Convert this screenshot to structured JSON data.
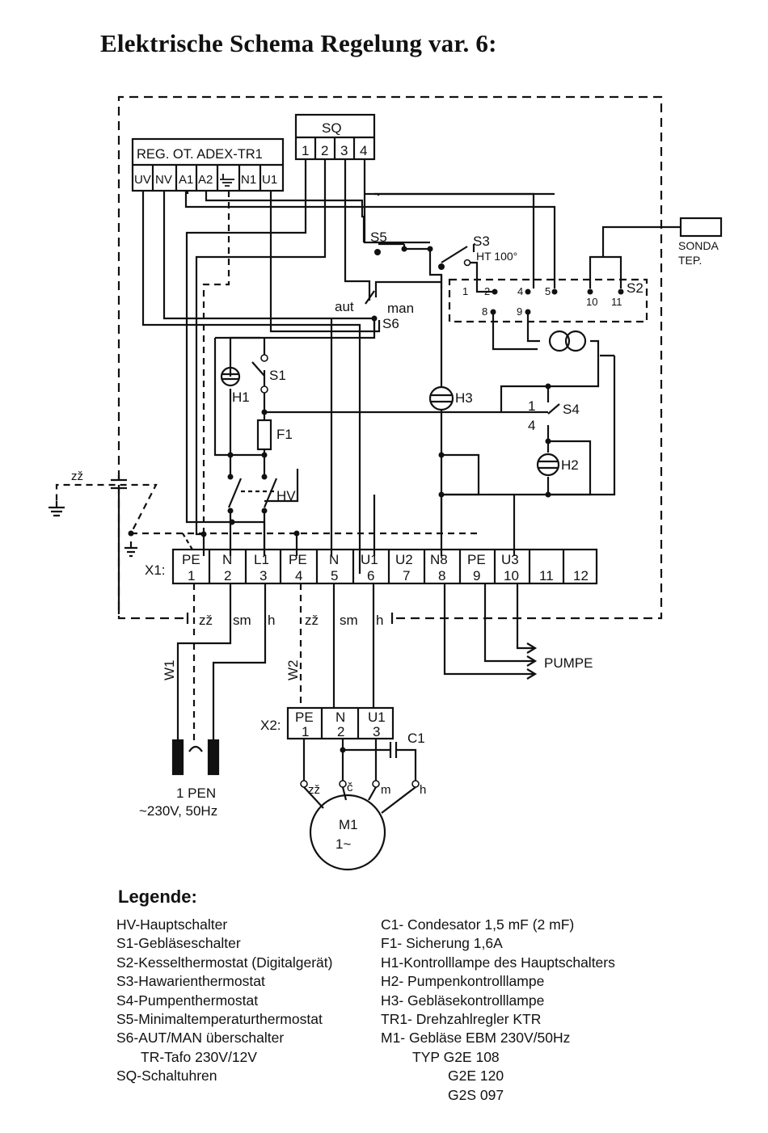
{
  "title": "Elektrische Schema Regelung var. 6:",
  "labels": {
    "sq": "SQ",
    "sq_terms": [
      "1",
      "2",
      "3",
      "4"
    ],
    "reg": "REG. OT. ADEX-TR1",
    "reg_terms": [
      "UV",
      "NV",
      "A1",
      "A2",
      "N1",
      "U1"
    ],
    "s5": "S5",
    "s3": "S3",
    "ht": "HT 100°",
    "s2": "S2",
    "s2_terms": [
      "1",
      "2",
      "4",
      "5",
      "10",
      "11",
      "8",
      "9"
    ],
    "sonda_1": "SONDA",
    "sonda_2": "TEP.",
    "aut": "aut",
    "man": "man",
    "s6": "S6",
    "s1": "S1",
    "h1": "H1",
    "f1": "F1",
    "h3": "H3",
    "s4": "S4",
    "s4_1": "1",
    "s4_4": "4",
    "h2": "H2",
    "hv": "HV",
    "ground_zz": "zž",
    "x1": "X1:",
    "x1_top": [
      "PE",
      "N",
      "L1",
      "PE",
      "N",
      "U1",
      "U2",
      "N8",
      "PE",
      "U3",
      "",
      ""
    ],
    "x1_bottom": [
      "1",
      "2",
      "3",
      "4",
      "5",
      "6",
      "7",
      "8",
      "9",
      "10",
      "11",
      "12"
    ],
    "wire_zz1": "zž",
    "wire_sm1": "sm",
    "wire_h1": "h",
    "wire_zz2": "zž",
    "wire_sm2": "sm",
    "wire_h2": "h",
    "w1": "W1",
    "w2": "W2",
    "pumpe": "PUMPE",
    "x2": "X2:",
    "x2_top": [
      "PE",
      "N",
      "U1"
    ],
    "x2_bottom": [
      "1",
      "2",
      "3"
    ],
    "c1": "C1",
    "motor_zz": "zž",
    "motor_c": "č",
    "motor_m": "m",
    "motor_h": "h",
    "m1": "M1",
    "m1_sub": "1~",
    "pen": "1 PEN",
    "supply": "~230V, 50Hz"
  },
  "legend": {
    "heading": "Legende:",
    "left": [
      "HV-Hauptschalter",
      "S1-Gebläseschalter",
      "S2-Kesselthermostat (Digitalgerät)",
      "S3-Hawarienthermostat",
      "S4-Pumpenthermostat",
      "S5-Minimaltemperaturthermostat",
      "S6-AUT/MAN überschalter",
      "TR-Tafo 230V/12V",
      "SQ-Schaltuhren"
    ],
    "right": [
      "C1- Condesator 1,5 mF (2 mF)",
      "F1- Sicherung 1,6A",
      "H1-Kontrolllampe des Hauptschalters",
      "H2- Pumpenkontrolllampe",
      "H3- Gebläsekontrolllampe",
      "TR1- Drehzahlregler KTR",
      "M1- Gebläse EBM 230V/50Hz",
      "TYP G2E 108",
      "G2E 120",
      "G2S 097"
    ]
  }
}
